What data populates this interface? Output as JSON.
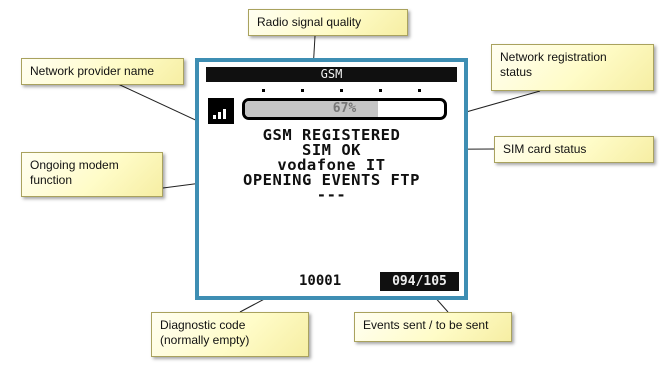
{
  "display": {
    "title": "GSM",
    "signal_percent_label": "67%",
    "signal_level": 0.67,
    "registration_status": "GSM REGISTERED",
    "sim_status": "SIM OK",
    "provider": "vodafone IT",
    "modem_function": "OPENING EVENTS FTP",
    "placeholder": "---",
    "diagnostic_code": "10001",
    "events_counter": "094/105",
    "border_color": "#3e8eb3"
  },
  "callouts": {
    "radio_signal": "Radio signal quality",
    "network_registration": "Network registration\nstatus",
    "provider_name": "Network provider name",
    "sim_status": "SIM card status",
    "modem_function": "Ongoing modem\nfunction",
    "diagnostic_code": "Diagnostic code\n(normally empty)",
    "events_sent": "Events sent / to be sent"
  }
}
